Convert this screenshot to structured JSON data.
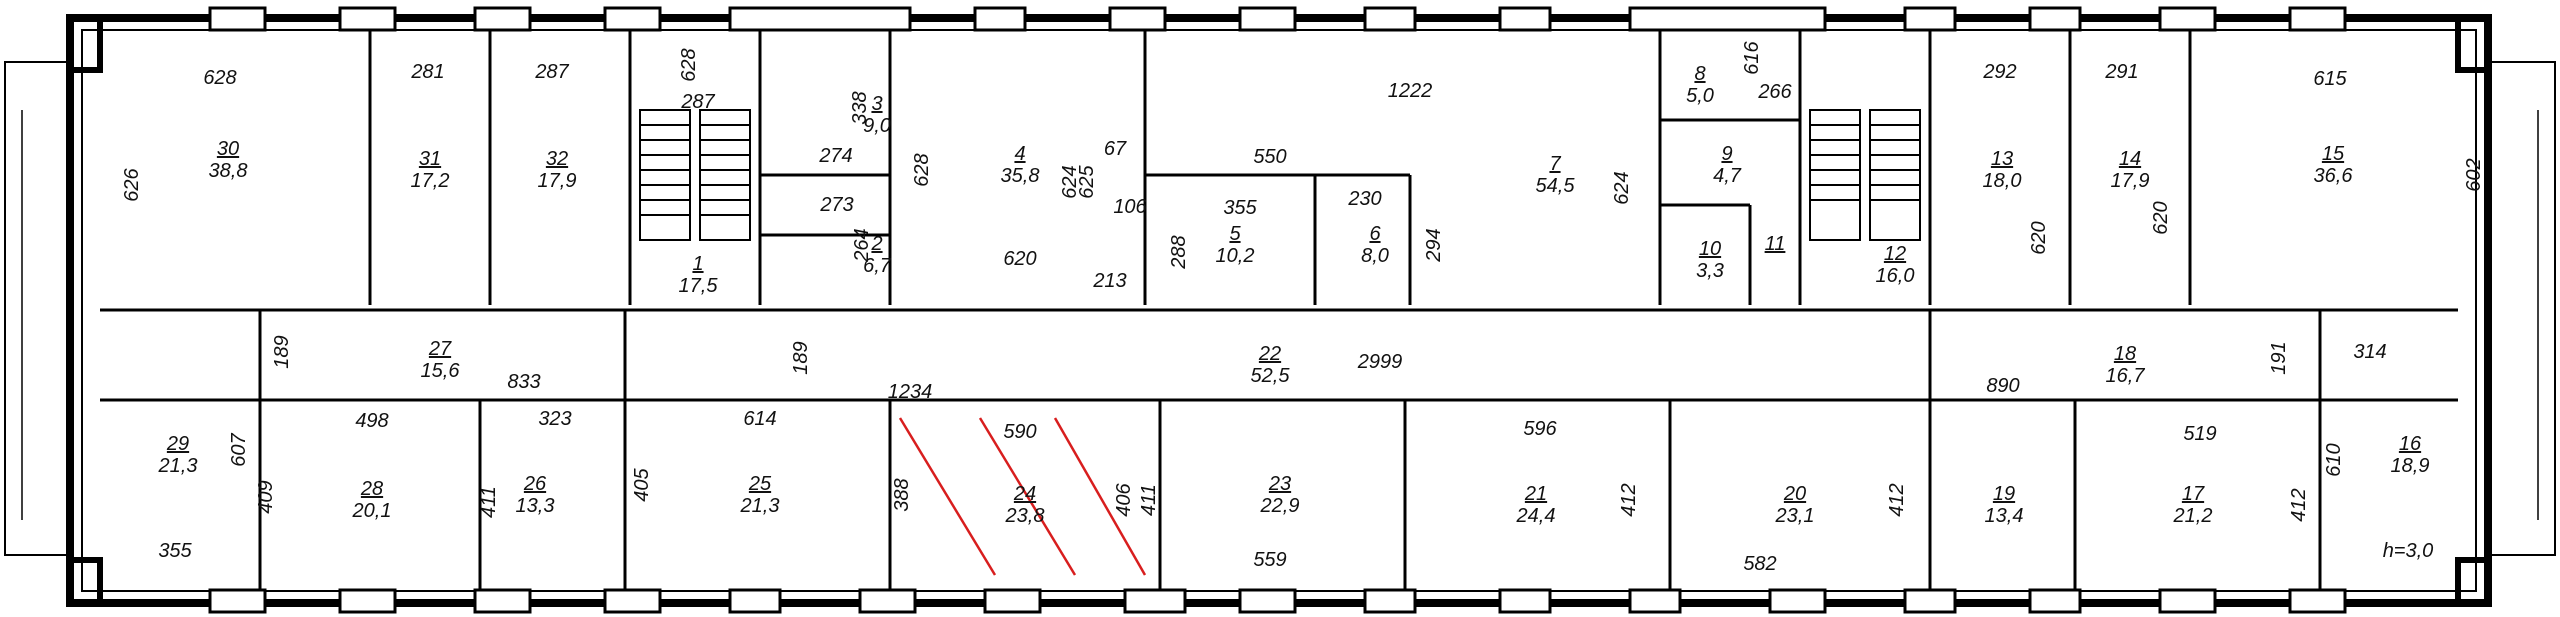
{
  "rooms": [
    {
      "num": "1",
      "area": "17,5"
    },
    {
      "num": "2",
      "area": "6,7"
    },
    {
      "num": "3",
      "area": "9,0"
    },
    {
      "num": "4",
      "area": "35,8"
    },
    {
      "num": "5",
      "area": "10,2"
    },
    {
      "num": "6",
      "area": "8,0"
    },
    {
      "num": "7",
      "area": "54,5"
    },
    {
      "num": "8",
      "area": "5,0"
    },
    {
      "num": "9",
      "area": "4,7"
    },
    {
      "num": "10",
      "area": "3,3"
    },
    {
      "num": "11",
      "area": ""
    },
    {
      "num": "12",
      "area": "16,0"
    },
    {
      "num": "13",
      "area": "18,0"
    },
    {
      "num": "14",
      "area": "17,9"
    },
    {
      "num": "15",
      "area": "36,6"
    },
    {
      "num": "16",
      "area": "18,9"
    },
    {
      "num": "17",
      "area": "21,2"
    },
    {
      "num": "18",
      "area": "16,7"
    },
    {
      "num": "19",
      "area": "13,4"
    },
    {
      "num": "20",
      "area": "23,1"
    },
    {
      "num": "21",
      "area": "24,4"
    },
    {
      "num": "22",
      "area": "52,5"
    },
    {
      "num": "23",
      "area": "22,9"
    },
    {
      "num": "24",
      "area": "23,8"
    },
    {
      "num": "25",
      "area": "21,3"
    },
    {
      "num": "26",
      "area": "13,3"
    },
    {
      "num": "27",
      "area": "15,6"
    },
    {
      "num": "28",
      "area": "20,1"
    },
    {
      "num": "29",
      "area": "21,3"
    },
    {
      "num": "30",
      "area": "38,8"
    },
    {
      "num": "31",
      "area": "17,2"
    },
    {
      "num": "32",
      "area": "17,9"
    }
  ],
  "dims": [
    "628",
    "281",
    "287",
    "628",
    "287",
    "338",
    "274",
    "273",
    "264",
    "628",
    "67",
    "550",
    "106",
    "355",
    "230",
    "288",
    "294",
    "620",
    "213",
    "1222",
    "624",
    "616",
    "266",
    "292",
    "291",
    "615",
    "602",
    "620",
    "620",
    "626",
    "624",
    "625",
    "189",
    "833",
    "189",
    "1234",
    "2999",
    "614",
    "590",
    "596",
    "559",
    "582",
    "890",
    "191",
    "314",
    "498",
    "323",
    "519",
    "607",
    "409",
    "411",
    "405",
    "388",
    "406",
    "411",
    "412",
    "412",
    "412",
    "610",
    "355",
    "h=3,0"
  ]
}
